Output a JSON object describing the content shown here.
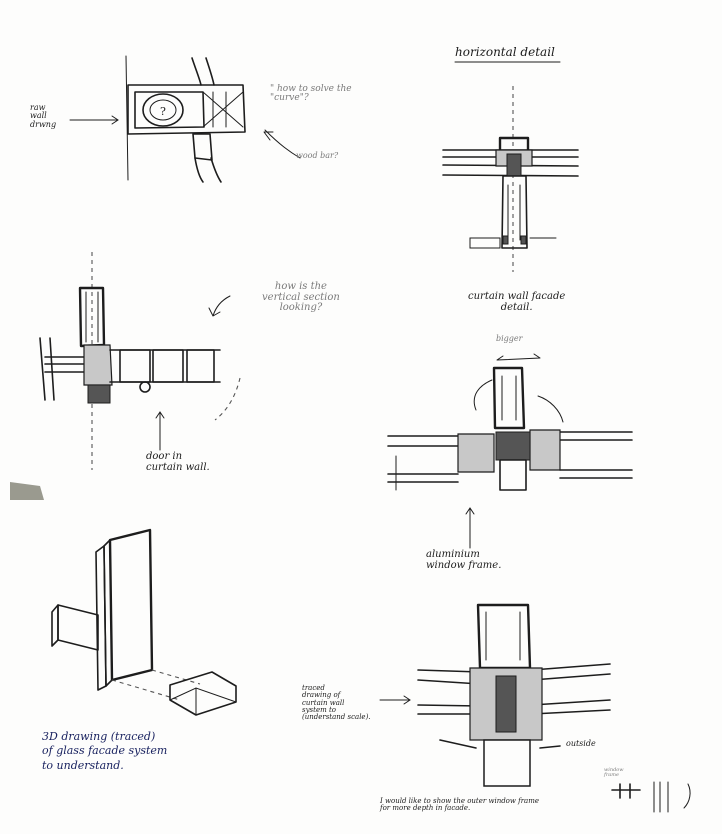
{
  "notes": {
    "raw_drawing": "raw\nwall\ndrwng",
    "how_to_solve": "\" how to solve the\n\"curve\"?",
    "wood_bar": "wood bar?",
    "horizontal_detail": "horizontal detail",
    "vertical_section": "how is the\nvertical section\nlooking?",
    "curtain_wall_detail": "curtain wall facade\ndetail.",
    "door_curtain_wall": "door in\ncurtain wall.",
    "bigger": "bigger",
    "aluminium_frame": "aluminium\nwindow frame.",
    "drawing_3d": "3D drawing (traced)\nof glass facade system\nto understand.",
    "traced_drawing": "traced\ndrawing of\ncurtain wall\nsystem to\n(understand scale).",
    "outside": "outside",
    "would_like": "I would like to show the outer window frame\nfor more depth in facade.",
    "small_labels": "window\nframe"
  }
}
